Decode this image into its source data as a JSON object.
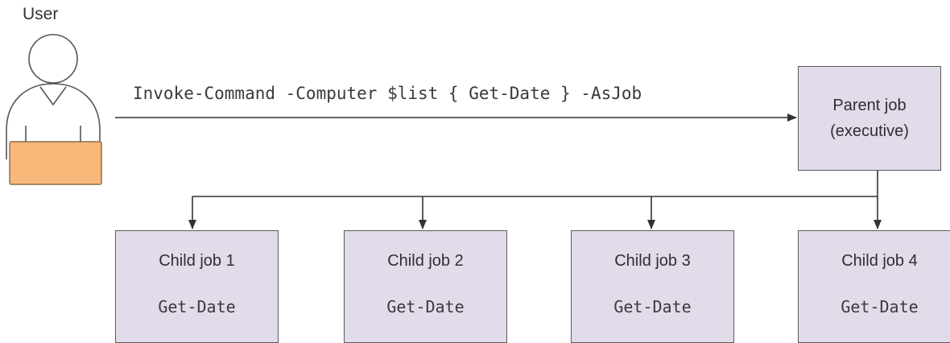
{
  "user": {
    "label": "User",
    "icon": "user-at-laptop-icon"
  },
  "command": {
    "text": "Invoke-Command -Computer $list { Get-Date } -AsJob"
  },
  "parent_job": {
    "line1": "Parent job",
    "line2": "(executive)"
  },
  "child_jobs": [
    {
      "title": "Child job 1",
      "command": "Get-Date"
    },
    {
      "title": "Child job 2",
      "command": "Get-Date"
    },
    {
      "title": "Child job 3",
      "command": "Get-Date"
    },
    {
      "title": "Child job 4",
      "command": "Get-Date"
    }
  ],
  "colors": {
    "box_fill": "#e2dbea",
    "box_border": "#5a5a5a",
    "laptop": "#f7b879",
    "line": "#333333"
  }
}
